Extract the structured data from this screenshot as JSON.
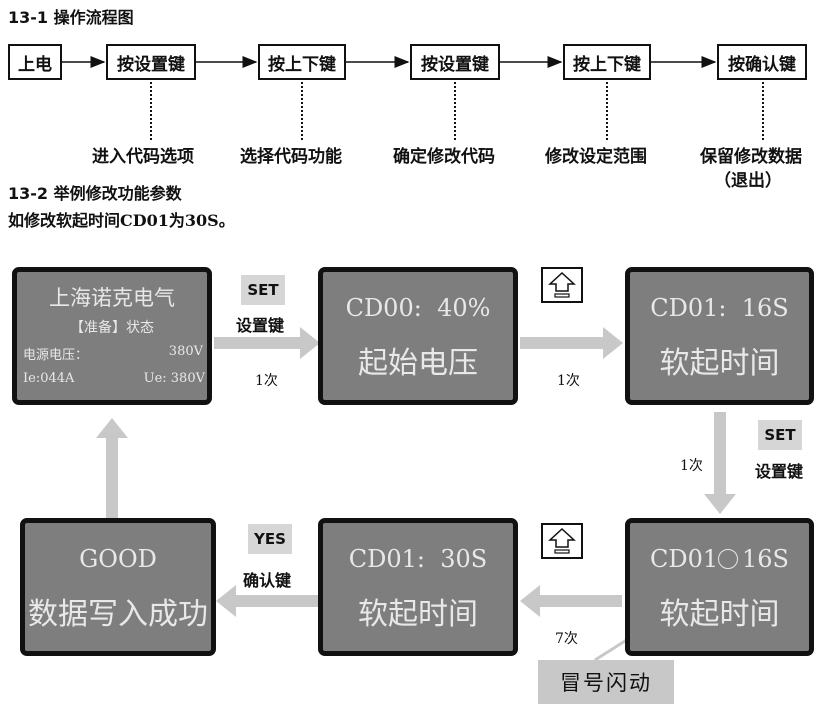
{
  "section1": {
    "title": "13-1 操作流程图",
    "steps": [
      "上电",
      "按设置键",
      "按上下键",
      "按设置键",
      "按上下键",
      "按确认键"
    ],
    "captions": [
      "进入代码选项",
      "选择代码功能",
      "确定修改代码",
      "修改设定范围",
      "保留修改数据"
    ],
    "exit_note": "（退出）"
  },
  "section2": {
    "title": "13-2 举例修改功能参数",
    "subtitle": "如修改软起时间CD01为30S。"
  },
  "screens": {
    "home": {
      "line1": "上海诺克电气",
      "line2": "【准备】状态",
      "line3_label": "电源电压：",
      "line3_value": "380V",
      "line4_left": "Ie:044A",
      "line4_right": "Ue: 380V"
    },
    "cd00": {
      "line1": "CD00:  40%",
      "line2": "起始电压"
    },
    "cd01": {
      "line1": "CD01:  16S",
      "line2": "软起时间"
    },
    "cd01_blink": {
      "line1_a": "CD01",
      "line1_b": "16S",
      "line2": "软起时间"
    },
    "cd01_30": {
      "line1": "CD01:  30S",
      "line2": "软起时间"
    },
    "good": {
      "line1": "GOOD",
      "line2": "数据写入成功"
    }
  },
  "keys": {
    "set_label": "SET",
    "set_text": "设置键",
    "yes_label": "YES",
    "yes_text": "确认键"
  },
  "counts": {
    "c1": "1次",
    "c2": "1次",
    "c3": "1次",
    "c4": "7次"
  },
  "callout": "冒号闪动"
}
